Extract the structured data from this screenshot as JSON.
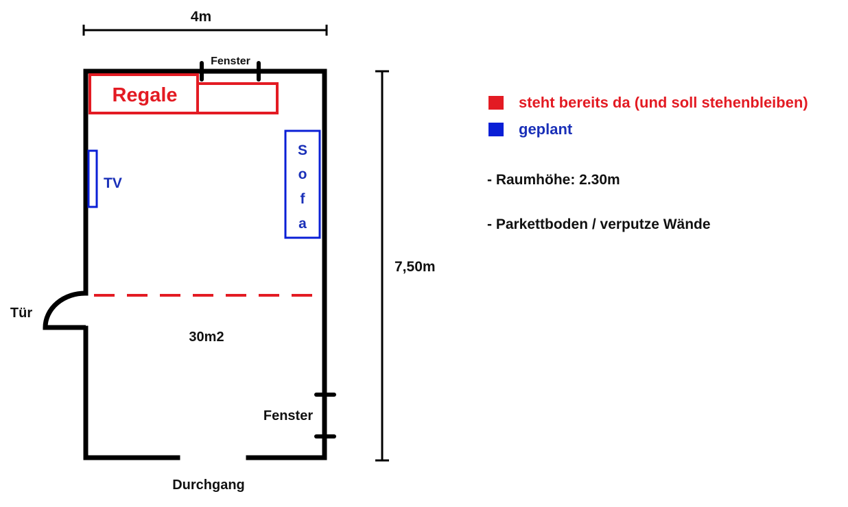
{
  "colors": {
    "existing": "#e31b23",
    "planned": "#0a1fd6",
    "planned_text": "#1a30b8",
    "wall": "#000000"
  },
  "dimensions": {
    "width": "4m",
    "length": "7,50m"
  },
  "room": {
    "area": "30m2",
    "door": "Tür",
    "passage": "Durchgang",
    "window_top": "Fenster",
    "window_right": "Fenster"
  },
  "furniture": {
    "shelves": "Regale",
    "tv": "TV",
    "sofa_letters": [
      "S",
      "o",
      "f",
      "a"
    ]
  },
  "legend": {
    "existing": "steht bereits da (und soll stehenbleiben)",
    "planned": "geplant"
  },
  "notes": [
    "- Raumhöhe: 2.30m",
    "- Parkettboden / verputze Wände"
  ]
}
